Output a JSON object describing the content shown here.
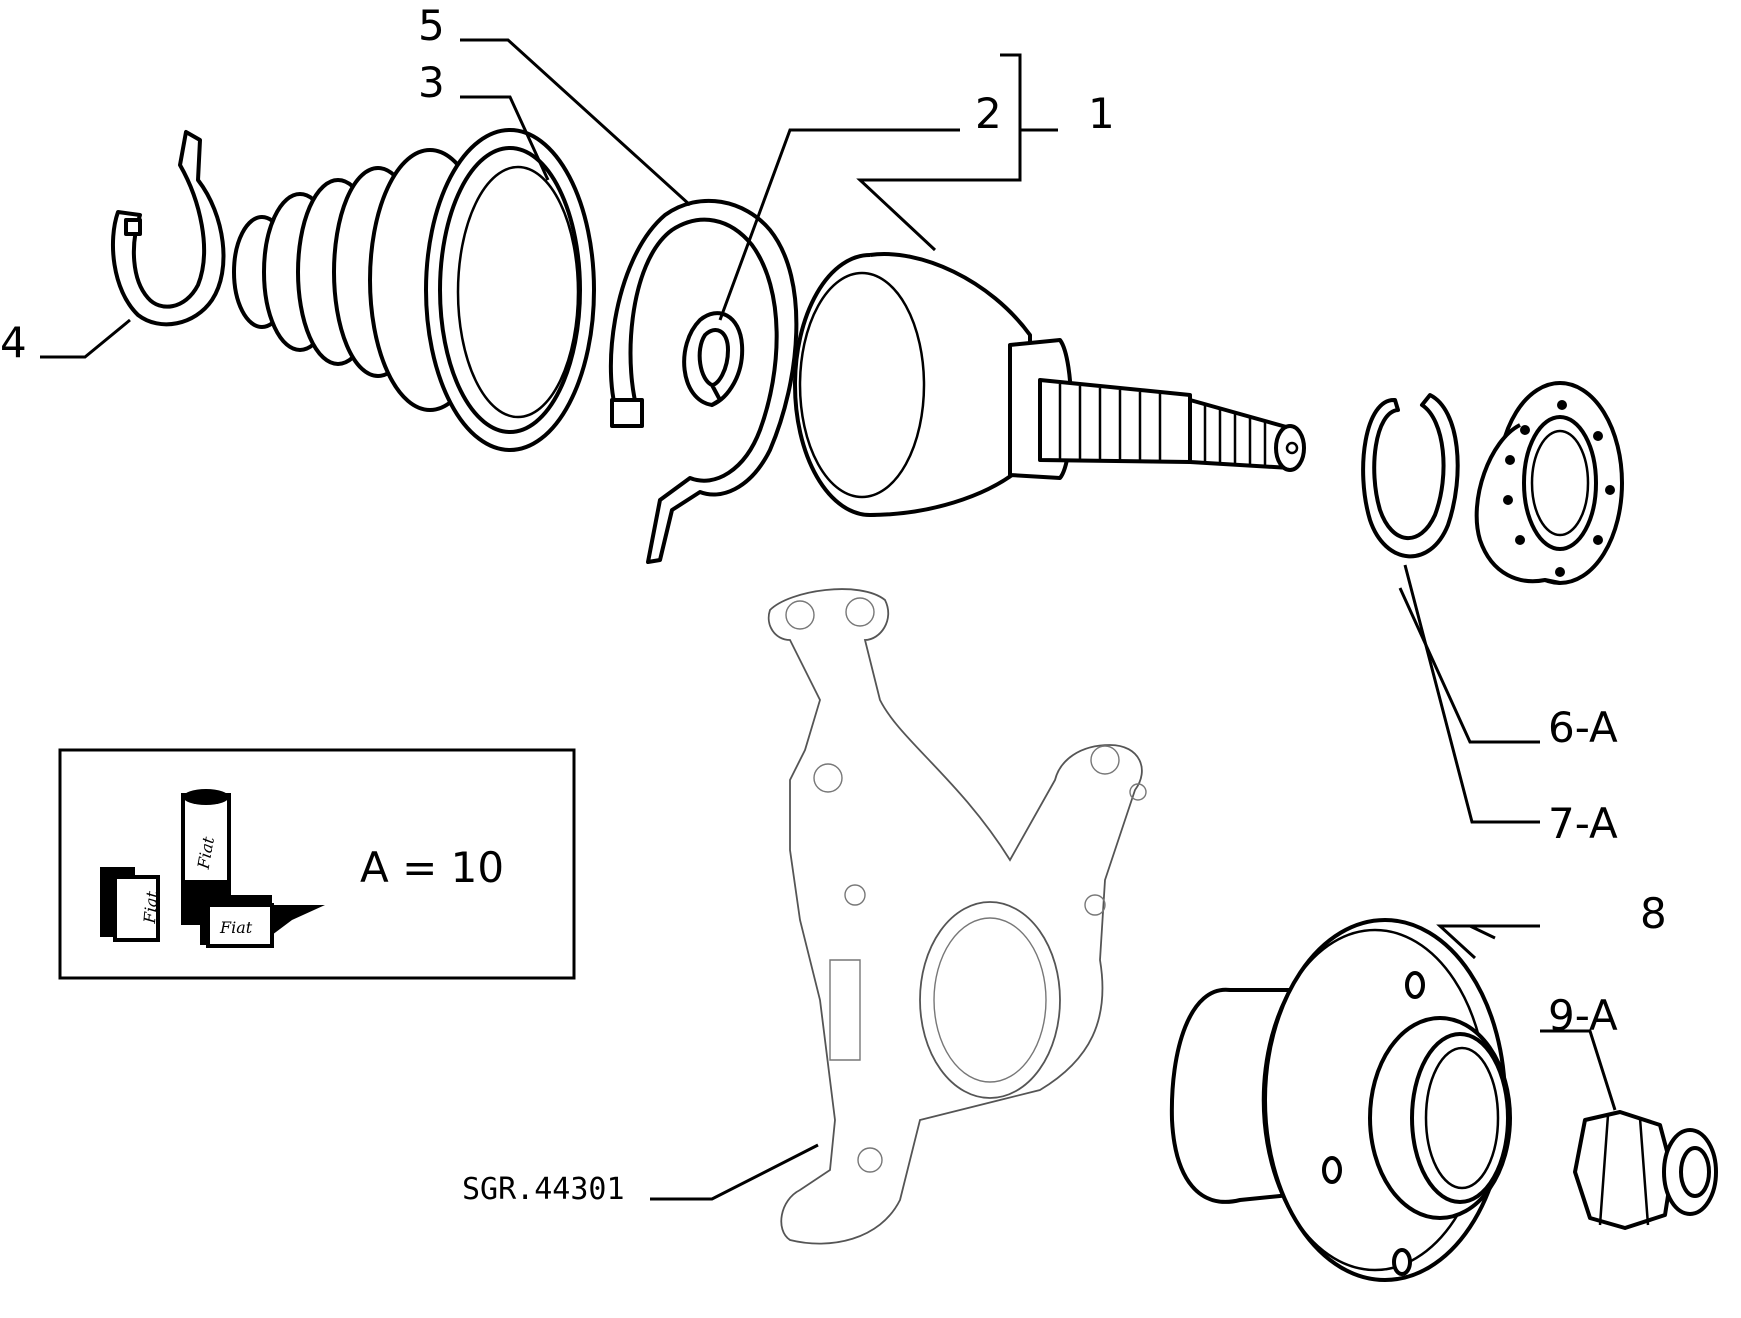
{
  "callouts": {
    "c1": "1",
    "c2": "2",
    "c3": "3",
    "c4": "4",
    "c5": "5",
    "c6": "6-A",
    "c7": "7-A",
    "c8": "8",
    "c9": "9-A"
  },
  "legend": {
    "formula": "A = 10",
    "can_text": "Fiat",
    "box_text": "Fiat"
  },
  "reference": "SGR.44301"
}
